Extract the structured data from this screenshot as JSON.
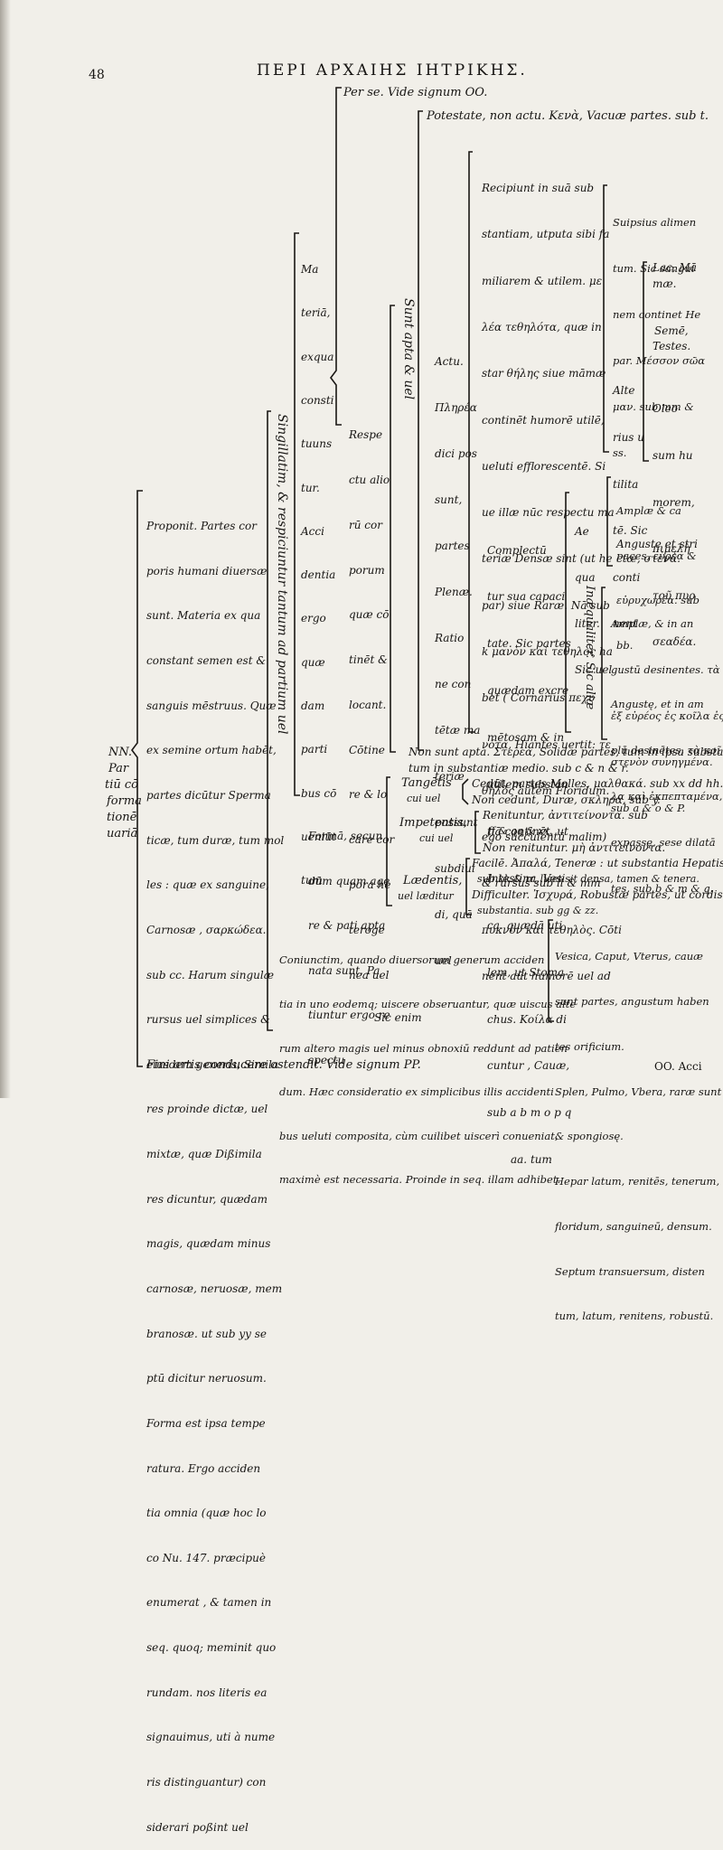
{
  "header": {
    "page_number": "48",
    "running_title": "ΠΕΡΙ ΑΡΧΑΙΗΣ ΙΗΤΡΙΚΗΣ."
  },
  "col1": {
    "left_label": [
      "NN.",
      "Par",
      "tiū cō",
      "forma",
      "tionē",
      "uariā"
    ],
    "proponit": [
      "Proponit. Partes cor",
      "poris humani diuersæ",
      "sunt. Materia ex qua",
      "constant semen est &",
      "sanguis mēstruus. Quæ",
      "ex semine ortum habēt,",
      "partes dicūtur Sperma",
      "ticæ, tum duræ, tum mol",
      "les : quæ ex sanguine,",
      "Carnosæ , σαρκώδεα.",
      "sub cc. Harum singulæ",
      "rursus uel simplices &",
      "eiusdem generis, Simila",
      "res proinde dictæ, uel",
      "mixtæ, quæ Dißimila",
      "res dicuntur, quædam",
      "magis, quædam minus",
      "carnosæ, neruosæ, mem",
      "branosæ. ut sub yy se",
      "ptū dicitur neruosum.",
      "Forma est ipsa tempe",
      "ratura. Ergo acciden",
      "tia omnia (quæ hoc lo",
      "co Nu. 147. præcipuè",
      "enumerat , & tamen in",
      "seq. quoq; meminit quo",
      "rundam. nos literis ea",
      "signauimus, uti à nume",
      "ris distinguantur) con",
      "siderari poßint uel"
    ],
    "fini": "Fini artis conducere ostendit. Vide signum PP."
  },
  "col2": {
    "singillatim": "Singillatim, & respiciuntur tantum ad partium uel",
    "materia": [
      "Ma",
      "teriā,",
      "exqua",
      "consti",
      "tuuns",
      "tur.",
      "Acci",
      "dentia",
      "ergo",
      "quæ",
      "dam",
      "parti",
      "bus cō",
      "ueniūt",
      "tum"
    ],
    "forma": [
      "Formā, secun",
      "dūm quam age",
      "re & pati apta",
      "nata sunt. Pa",
      "tiuntur ergo re",
      "spectu"
    ],
    "coniunctim": [
      "Coniunctim, quando diuersorum generum acciden",
      "tia in uno eodemq; uiscere obseruantur, quæ uiscus alte",
      "rum altero magis uel minus obnoxiū reddunt ad patien",
      "dum. Hæc consideratio ex simplicibus illis accidenti",
      "bus ueluti composita, cùm cuilibet uiscerì conueniat,",
      "maximè est necessaria. Proinde in seq. illam adhibet."
    ],
    "sic_enim": "Sic enim"
  },
  "col3": {
    "per_se": "Per se. Vide signum OO.",
    "respectu": [
      "Respe",
      "ctu alio",
      "rū cor",
      "porum",
      "quæ cō",
      "tinēt &",
      "locant.",
      "Cōtine",
      "re & lo",
      "care cor",
      "pora he",
      "teroge",
      "nea uel"
    ],
    "sunt_apta": "Sunt apta & uel",
    "potestate": "Potestate, non actu. Κενὰ, Vacuæ partes. sub t.",
    "non_sunt": [
      "Non sunt apta. Στερεὰ, Solidæ partes, tum in ipsa substantia,",
      "tum in substantiæ medio. sub c & n & r."
    ],
    "tangentis": [
      "Tangētis",
      "cui uel"
    ],
    "cedunt": [
      "Cedūt, partes Molles, μαλθακά. sub xx dd hh.",
      "Non cedunt, Duræ, σκληρά, sub y."
    ],
    "impetentis": [
      "Impetentis,",
      "cui uel"
    ],
    "renituntur": [
      "Renituntur, ἀντιτείνοντα. sub",
      "ff & qq & xx.",
      "Non renituntur. μὴ ἀντιτείνοντα."
    ],
    "laedentis": [
      "Lædentis,",
      "uel læditur"
    ],
    "facile": [
      "Facilē. Ἀπαλά, Teneræ : ut substantia Hepatis",
      "sub kk & rr. licet sit densa, tamen & tenera.",
      "Difficulter. Ἰσχυρά, Robustæ partes, ut cordis",
      "substantia. sub gg & zz."
    ]
  },
  "col4": {
    "actu": [
      "Actu.",
      "Πληρέα",
      "dici pos",
      "sunt,",
      "partes",
      "Plenæ.",
      "Ratio",
      "ne con",
      "tētæ ma",
      "teriæ",
      "possunt",
      "subdiui",
      "di, quā",
      "uel"
    ],
    "recipiunt": [
      "Recipiunt in suā sub",
      "stantiam, utputa sibi fa",
      "miliarem & utilem. με",
      "λέα τεθηλότα, quæ in",
      "star θήλης siue māmæ",
      "continēt humorē utilē,",
      "ueluti efflorescentē. Si",
      "ue illæ nūc respectu ma",
      "teriæ Densæ sint (ut he",
      "par) siue Raræ. Nā sub",
      "k μανὸν καὶ τεθηλὸς ha",
      "bet ( Cornarius πεχυ",
      "νότα, Hiantes uertit: τε",
      "θηλὸς autem Floridum.",
      "ego succulentū malim)",
      "& rursus sub ll & mm",
      "πυκνὸν καὶ τεθηλὸς. Cōti",
      "nent aūt humorē uel ad"
    ],
    "complectu": [
      "Complectū",
      "tur sua capaci",
      "tate. Sic partes",
      "quædam excre",
      "mētosam & in",
      "utilem substan",
      "tiā continēt, ut",
      "Intestina, Vesi",
      "ca. quædā uti",
      "lem, ut Stoma",
      "chus. Κοίλα di",
      "cuntur , Cauæ,",
      "sub a b m o p q",
      "aa. tum"
    ]
  },
  "col5": {
    "suipsius": [
      "Suipsius alimen",
      "tum. Sic sangui",
      "nem continet He",
      "par. Μέσσον σῶα",
      "μαν. sub mm &",
      "ss."
    ],
    "alterius": [
      "Alte",
      "rius u",
      "tilita",
      "tē. Sic",
      "conti",
      "nent"
    ],
    "lac": [
      "Lac, Mā",
      "mæ."
    ],
    "semen": [
      "Semē,",
      "Testes."
    ],
    "oleo": [
      "Oleo",
      "sum hu",
      "morem,",
      "πιμελὴ",
      "τοῦ πυρ",
      "σεαδέα."
    ],
    "aequaliter": [
      "Ae",
      "qua",
      "liter.",
      "Sic uel"
    ],
    "inaequaliter": "Inæqualiter. Sic aliæ",
    "amplae1": [
      "Amplæ & ca",
      "paces, εὐρέα &",
      "εὐρυχωρέα. sub",
      "bb."
    ],
    "anguste1": [
      "Angustę et stri",
      "ctæ, στενά."
    ],
    "amplae2": [
      "Amplæ, & in an",
      "gustū desinentes. τὰ",
      "ἐξ εὐρέος ἐς κοῖλα ἐς",
      "στενὸν συνηγμένα.",
      "sub a & o & P."
    ],
    "anguste2": [
      "Angustę, et in am",
      "plū desinētes, τὰ κοῖ",
      "λα καὶ ἐκπεπταμένα,",
      "expassę, sese dilatā",
      "tes, sub b & m & q."
    ]
  },
  "col6": {
    "vesica": [
      "Vesica, Caput, Vterus, cauæ",
      "sunt partes, angustum haben",
      "tes orificium.",
      "Splen, Pulmo, Vbera, raræ sunt",
      "& spongiosę.",
      "Hepar latum, renitēs, tenerum,",
      "floridum, sanguineū, densum.",
      "Septum transuersum, disten",
      "tum, latum, renitens, robustū."
    ],
    "oo_acci": "OO. Acci"
  }
}
